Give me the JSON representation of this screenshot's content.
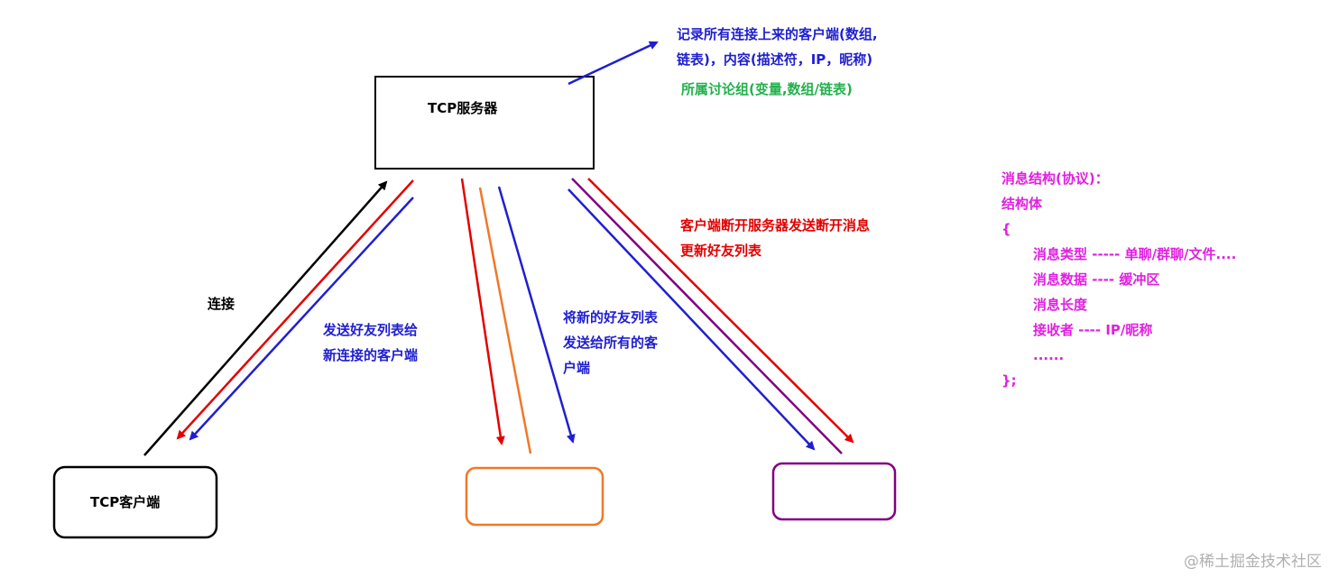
{
  "nodes": {
    "server": "TCP服务器",
    "client": "TCP客户端"
  },
  "labels": {
    "record_line1": "记录所有连接上来的客户端(数组,",
    "record_line2": "链表)，内容(描述符，IP，昵称)",
    "group": "所属讨论组(变量,数组/链表)",
    "connect": "连接",
    "send_list_line1": "发送好友列表给",
    "send_list_line2": "新连接的客户端",
    "broadcast_line1": "将新的好友列表",
    "broadcast_line2": "发送给所有的客",
    "broadcast_line3": "户端",
    "disconnect_line1": "客户端断开服务器发送断开消息",
    "disconnect_line2": "更新好友列表"
  },
  "protocol": {
    "title": "消息结构(协议)：",
    "struct": "结构体",
    "open": "{",
    "fields": [
      "消息类型 ----- 单聊/群聊/文件....",
      "消息数据 ---- 缓冲区",
      "消息长度",
      "接收者 ---- IP/昵称",
      "......"
    ],
    "close": "};"
  },
  "watermark": "@稀土掘金技术社区",
  "colors": {
    "black": "#000000",
    "red": "#e30000",
    "blue": "#1f1fd0",
    "orange": "#f07828",
    "purple": "#800080",
    "green": "#22b14c",
    "magenta": "#e020e0"
  }
}
